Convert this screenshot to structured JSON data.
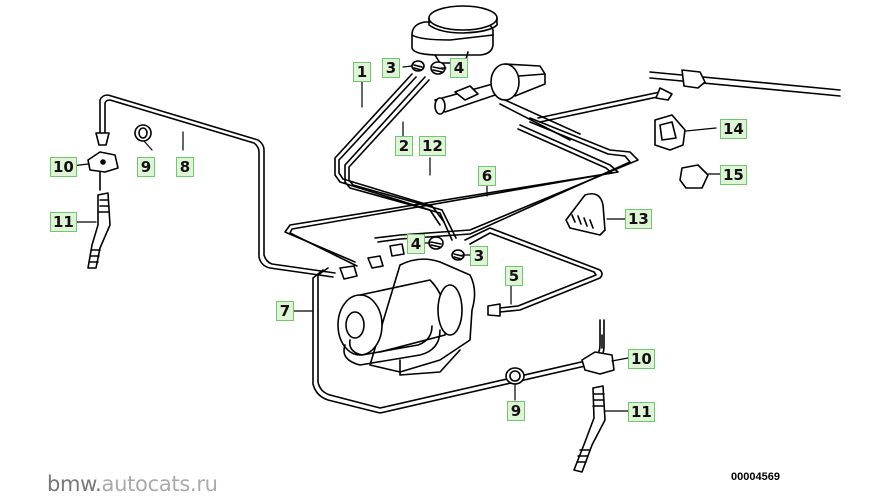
{
  "diagram": {
    "title": "Brake pipe / hydraulic unit parts diagram",
    "diagram_number": "00004569",
    "watermark": {
      "part1": "bmw.",
      "part2": "autocats.ru"
    },
    "label_style": {
      "fill": "#dff3d6",
      "border": "#6ec96a",
      "text": "#111111"
    },
    "callouts": [
      {
        "id": "1",
        "label": "1"
      },
      {
        "id": "2",
        "label": "2"
      },
      {
        "id": "3a",
        "label": "3"
      },
      {
        "id": "3b",
        "label": "3"
      },
      {
        "id": "4a",
        "label": "4"
      },
      {
        "id": "4b",
        "label": "4"
      },
      {
        "id": "5",
        "label": "5"
      },
      {
        "id": "6",
        "label": "6"
      },
      {
        "id": "7",
        "label": "7"
      },
      {
        "id": "8",
        "label": "8"
      },
      {
        "id": "9a",
        "label": "9"
      },
      {
        "id": "9b",
        "label": "9"
      },
      {
        "id": "10a",
        "label": "10"
      },
      {
        "id": "10b",
        "label": "10"
      },
      {
        "id": "11a",
        "label": "11"
      },
      {
        "id": "11b",
        "label": "11"
      },
      {
        "id": "12",
        "label": "12"
      },
      {
        "id": "13",
        "label": "13"
      },
      {
        "id": "14",
        "label": "14"
      },
      {
        "id": "15",
        "label": "15"
      }
    ]
  }
}
